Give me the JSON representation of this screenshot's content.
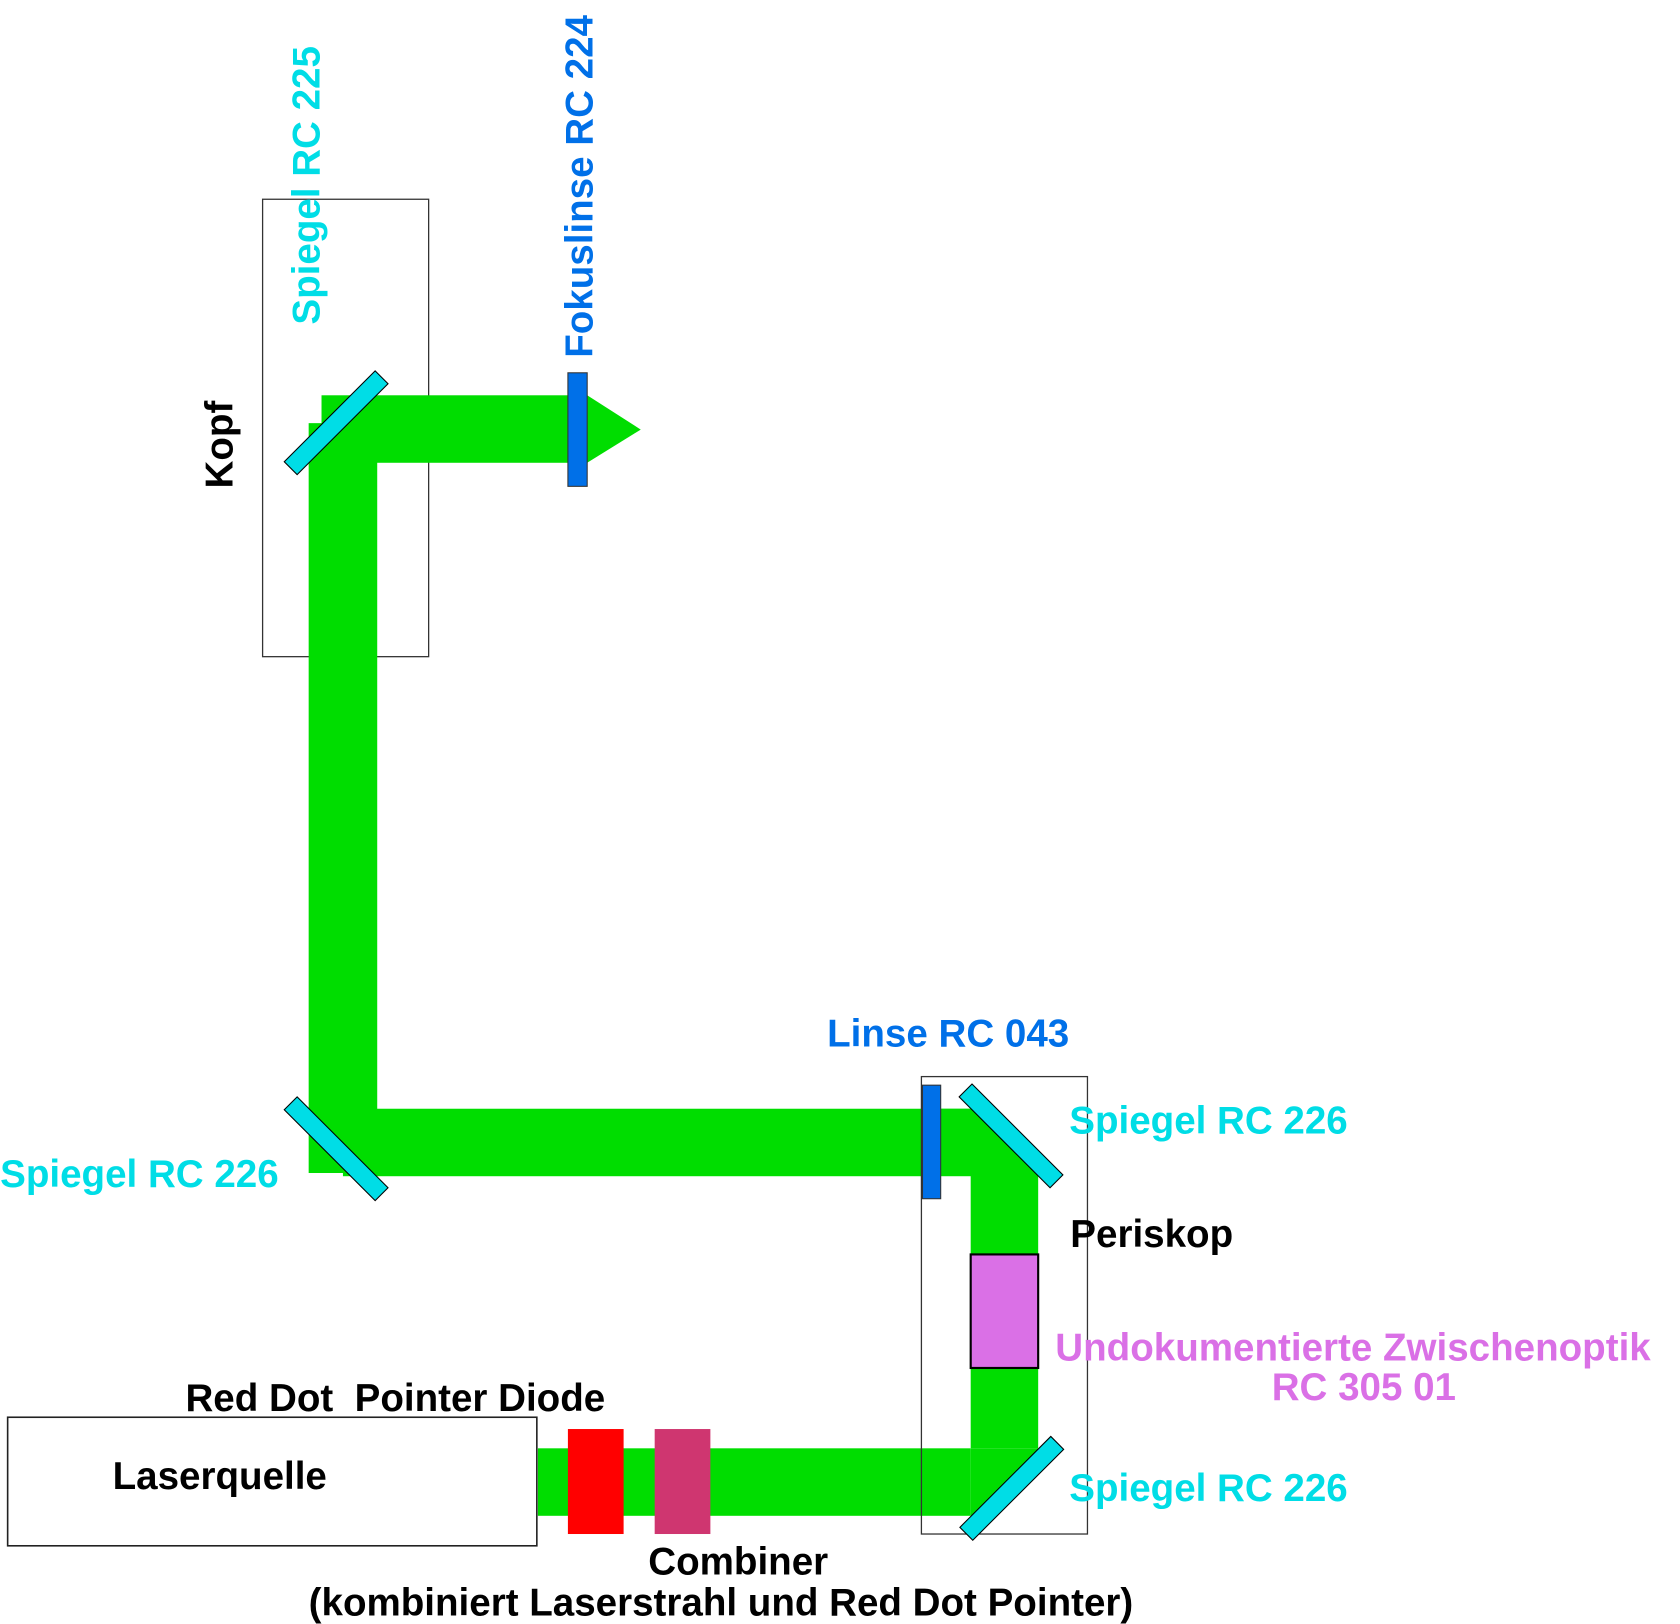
{
  "labels": {
    "spiegel_top": "Spiegel RC 225",
    "fokuslinse": "Fokuslinse RC 224",
    "kopf": "Kopf",
    "linse": "Linse RC 043",
    "spiegel_right_top": "Spiegel RC 226",
    "spiegel_left": "Spiegel RC 226",
    "periskop": "Periskop",
    "zwischenoptik_1": "Undokumentierte Zwischenoptik",
    "zwischenoptik_2": "RC 305 01",
    "red_dot": "Red Dot  Pointer Diode",
    "laserquelle": "Laserquelle",
    "spiegel_right_bottom": "Spiegel RC 226",
    "combiner_1": "Combiner",
    "combiner_2": "(kombiniert Laserstrahl und Red Dot Pointer)"
  },
  "colors": {
    "beam": "#00dd00",
    "mirror": "#00dde6",
    "lens": "#0070e8",
    "optic": "#da70e6",
    "diode": "#ff0000",
    "combiner": "#cf3670",
    "text": "#000000"
  }
}
